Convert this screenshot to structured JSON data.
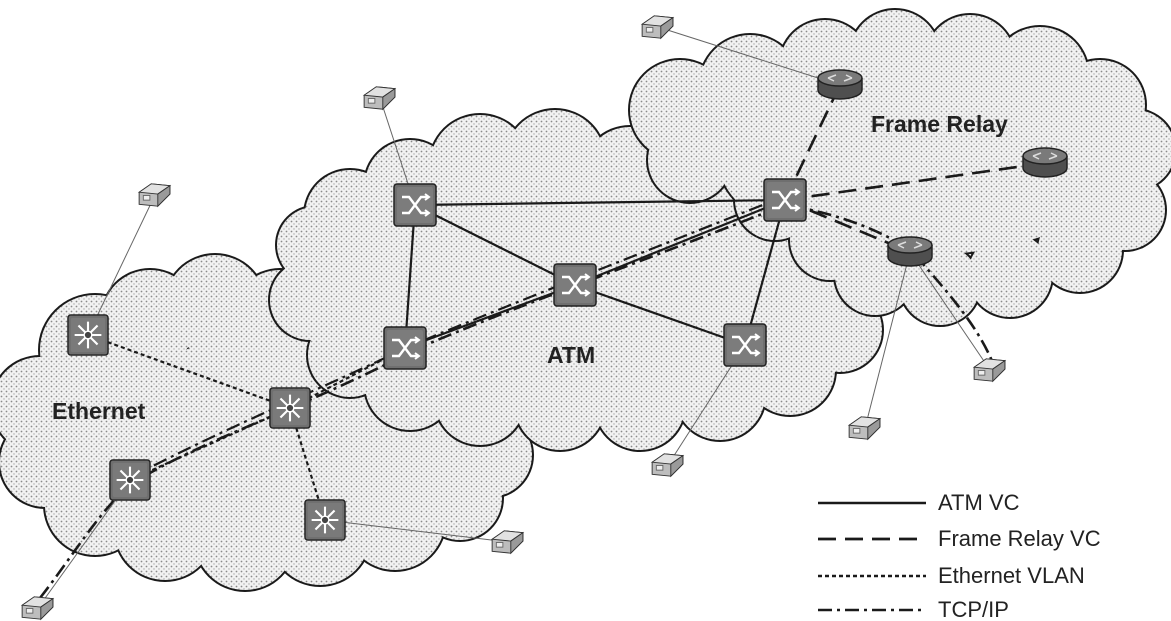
{
  "clouds": [
    {
      "name": "Ethernet",
      "label": "Ethernet"
    },
    {
      "name": "ATM",
      "label": "ATM"
    },
    {
      "name": "Frame Relay",
      "label": "Frame Relay"
    }
  ],
  "legend": [
    {
      "style": "solid",
      "label": "ATM VC"
    },
    {
      "style": "dashed",
      "label": "Frame Relay VC"
    },
    {
      "style": "dotted",
      "label": "Ethernet VLAN"
    },
    {
      "style": "dashdot",
      "label": "TCP/IP"
    }
  ],
  "colors": {
    "cloud_fill": "#e3e3e3",
    "cloud_stroke": "#1a1a1a",
    "device_fill": "#6f6f6f",
    "router_fill": "#5e5e5e",
    "host_fill": "#cfcfcf",
    "line": "#1a1a1a"
  },
  "icons": {
    "atm_switch": "atm-switch-icon",
    "ethernet_switch": "ethernet-switch-icon",
    "router": "router-icon",
    "host": "host-icon"
  }
}
